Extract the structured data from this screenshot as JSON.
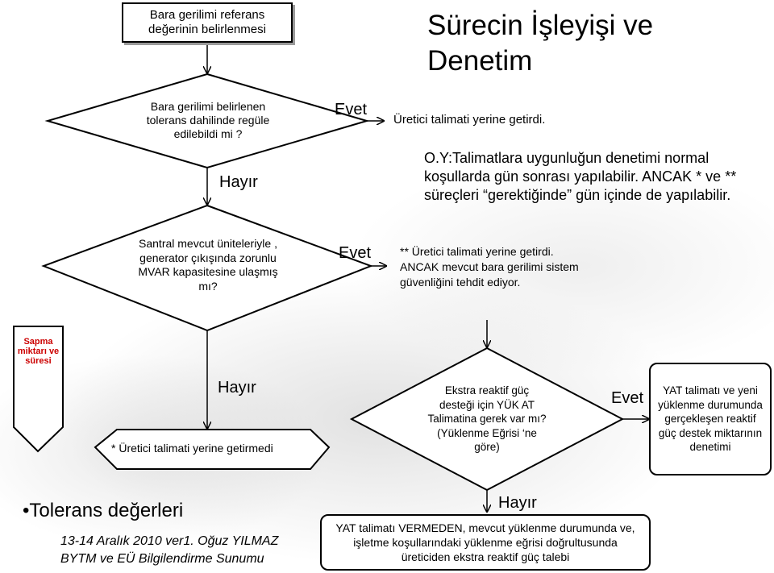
{
  "title": "Sürecin İşleyişi ve Denetim",
  "step1": "Bara gerilimi referans değerinin belirlenmesi",
  "decision1": "Bara gerilimi belirlenen tolerans dahilinde regüle edilebildi mi ?",
  "decision1_yes": "Evet",
  "decision1_no": "Hayır",
  "result1": "Üretici talimati yerine getirdi.",
  "note1": "O.Y:Talimatlara uygunluğun denetimi normal koşullarda gün sonrası yapılabilir. ANCAK * ve ** süreçleri “gerektiğinde” gün içinde de yapılabilir.",
  "decision2": "Santral mevcut üniteleriyle , generator çıkışında zorunlu MVAR kapasitesine ulaşmış mı?",
  "decision2_yes": "Evet",
  "decision2_no": "Hayır",
  "result2": "** Üretici talimati yerine getirdi. ANCAK mevcut bara gerilimi sistem güvenliğini tehdit ediyor.",
  "side_label": "Sapma miktarı ve süresi",
  "result3": "* Üretici talimati yerine getirmedi",
  "decision3": "Ekstra reaktif güç desteği için YÜK AT Talimatina gerek var mı? (Yüklenme Eğrisi ‘ne göre)",
  "decision3_yes": "Evet",
  "decision3_no": "Hayır",
  "result4": "YAT talimatı ve yeni yüklenme durumunda gerçekleşen reaktif güç destek miktarının denetimi",
  "result5": "YAT talimatı VERMEDEN, mevcut yüklenme durumunda ve, işletme koşullarındaki yüklenme eğrisi doğrultusunda üreticiden ekstra reaktif güç talebi",
  "bullet": "•Tolerans değerleri",
  "footer_line1": "13-14 Aralık 2010 ver1. Oğuz YILMAZ",
  "footer_line2": "BYTM ve EÜ Bilgilendirme Sunumu",
  "colors": {
    "side_label": "#cc0000",
    "stroke": "#000000"
  }
}
